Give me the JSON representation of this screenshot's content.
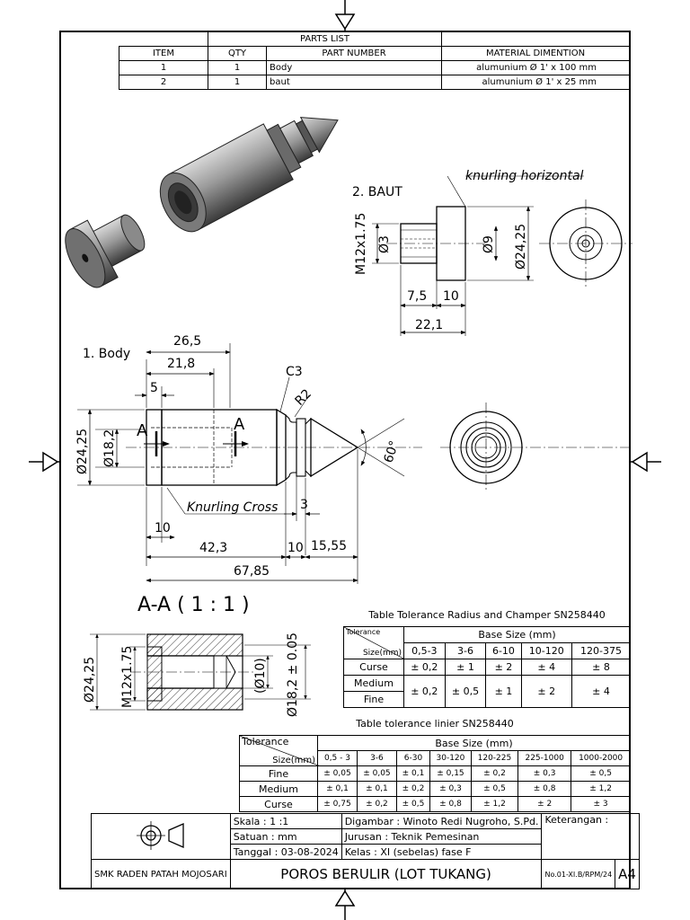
{
  "parts_list": {
    "title": "PARTS LIST",
    "headers": [
      "ITEM",
      "QTY",
      "PART NUMBER",
      "MATERIAL DIMENTION"
    ],
    "rows": [
      [
        "1",
        "1",
        "Body",
        "alumunium Ø 1' x 100 mm"
      ],
      [
        "2",
        "1",
        "baut",
        "alumunium Ø 1' x 25 mm"
      ]
    ]
  },
  "baut": {
    "label": "2. BAUT",
    "knurling": "knurling horizontal",
    "dims": {
      "thread": "M12x1.75",
      "d3": "Ø3",
      "d9": "Ø9",
      "d2425": "Ø24,25",
      "l75": "7,5",
      "l10": "10",
      "l221": "22,1"
    }
  },
  "body": {
    "label": "1. Body",
    "knurling": "Knurling Cross",
    "dims": {
      "l265": "26,5",
      "l218": "21,8",
      "l5": "5",
      "c3": "C3",
      "r2": "R2",
      "d2425": "Ø24,25",
      "d182": "Ø18,2",
      "a1": "A",
      "a2": "A",
      "ang": "60°",
      "l10a": "10",
      "l3": "3",
      "l423": "42,3",
      "l10b": "10",
      "l1555": "15,55",
      "l6785": "67,85"
    }
  },
  "section": {
    "label": "A-A ( 1 : 1 )",
    "dims": {
      "d2425": "Ø24,25",
      "thread": "M12x1.75",
      "d10": "(Ø10)",
      "d182": "Ø18,2 ± 0.05"
    }
  },
  "tol_radius": {
    "title": "Table Tolerance Radius and Champer SN258440",
    "corner_top": "Tolerance",
    "corner_bottom": "Size(mm)",
    "base": "Base Size (mm)",
    "cols": [
      "0,5-3",
      "3-6",
      "6-10",
      "10-120",
      "120-375"
    ],
    "rows": [
      {
        "name": "Curse",
        "vals": [
          "± 0,2",
          "± 1",
          "± 2",
          "± 4",
          "± 8"
        ]
      },
      {
        "name": "Medium",
        "name2": "Fine",
        "vals": [
          "± 0,2",
          "± 0,5",
          "± 1",
          "± 2",
          "± 4"
        ]
      }
    ]
  },
  "tol_linear": {
    "title": "Table tolerance linier SN258440",
    "corner_top": "Tolerance",
    "corner_bottom": "Size(mm)",
    "base": "Base Size (mm)",
    "cols": [
      "0,5 - 3",
      "3-6",
      "6-30",
      "30-120",
      "120-225",
      "225-1000",
      "1000-2000"
    ],
    "rows": [
      {
        "name": "Fine",
        "vals": [
          "± 0,05",
          "± 0,05",
          "± 0,1",
          "± 0,15",
          "± 0,2",
          "± 0,3",
          "± 0,5"
        ]
      },
      {
        "name": "Medium",
        "vals": [
          "± 0,1",
          "± 0,1",
          "± 0,2",
          "± 0,3",
          "± 0,5",
          "± 0,8",
          "± 1,2"
        ]
      },
      {
        "name": "Curse",
        "vals": [
          "± 0,75",
          "± 0,2",
          "± 0,5",
          "± 0,8",
          "± 1,2",
          "± 2",
          "± 3"
        ]
      }
    ]
  },
  "title_block": {
    "skala": "Skala     : 1 :1",
    "satuan": "Satuan   : mm",
    "tanggal": "Tanggal : 03-08-2024",
    "digambar": "Digambar  : Winoto Redi Nugroho, S.Pd.",
    "jurusan": "Jurusan     : Teknik Pemesinan",
    "kelas": "Kelas       : XI (sebelas) fase F",
    "keterangan": "Keterangan :",
    "school": "SMK RADEN PATAH MOJOSARI",
    "drawing_title": "POROS BERULIR (LOT TUKANG)",
    "number": "No.01-XI.B/RPM/24",
    "size": "A4"
  }
}
